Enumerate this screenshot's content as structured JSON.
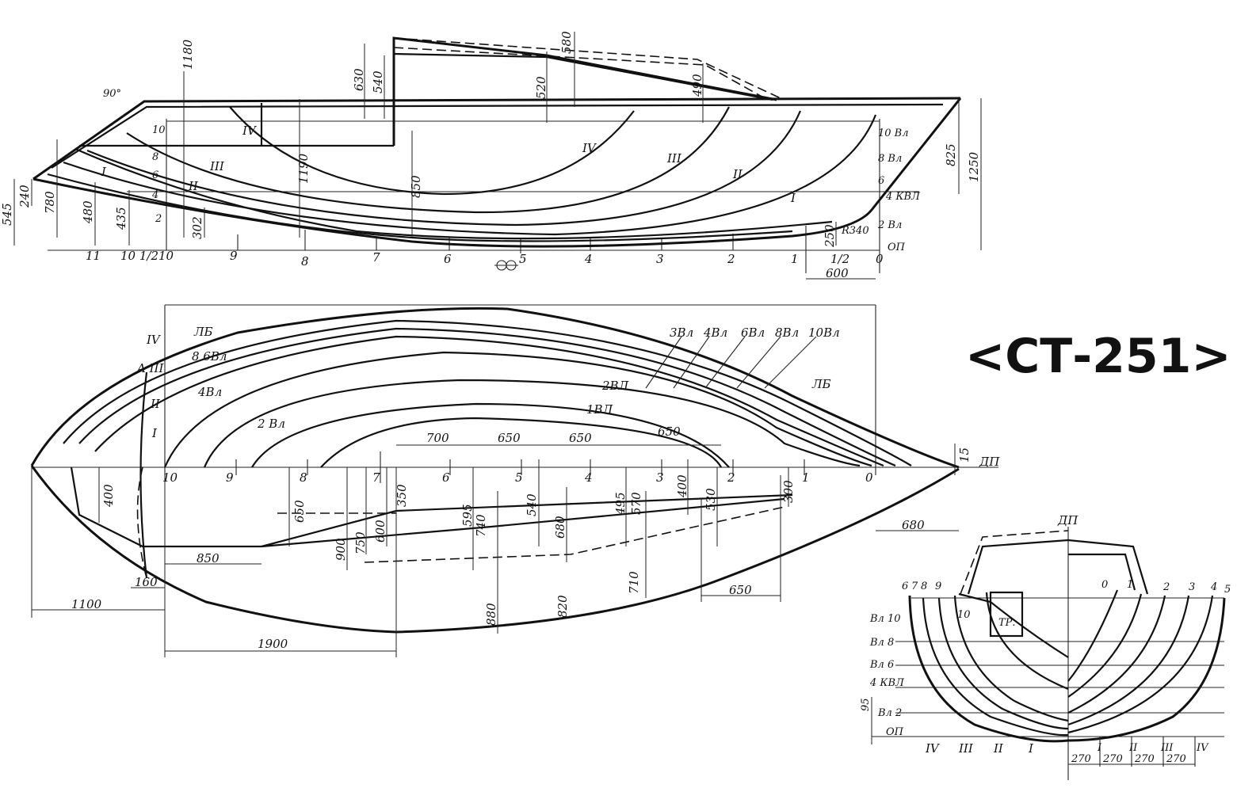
{
  "title": "<СТ-251>",
  "side_view": {
    "stations": [
      "11",
      "10 1/2",
      "10",
      "9",
      "8",
      "7",
      "6",
      "5",
      "4",
      "3",
      "2",
      "1",
      "1/2",
      "0"
    ],
    "waterlines_right": [
      "10 Вл",
      "8 Вл",
      "6",
      "4 КВЛ",
      "2 Вл",
      "ОП"
    ],
    "waterlines_left": [
      "10",
      "8",
      "6",
      "4",
      "2"
    ],
    "buttocks": [
      "IV",
      "IV",
      "III",
      "III",
      "II",
      "II",
      "I",
      "I"
    ],
    "dims": [
      "1180",
      "1190",
      "850",
      "630",
      "540",
      "520",
      "580",
      "490",
      "825",
      "1250",
      "600",
      "545",
      "240",
      "780",
      "480",
      "435",
      "302",
      "250",
      "R340"
    ],
    "angle": "90°"
  },
  "plan_view": {
    "stations": [
      "10",
      "9",
      "8",
      "7",
      "6",
      "5",
      "4",
      "3",
      "2",
      "1",
      "0"
    ],
    "lines": [
      "3Вл",
      "4Вл",
      "6Вл",
      "8Вл",
      "10Вл",
      "ЛБ",
      "ЛБ",
      "2ВЛ",
      "1ВЛ",
      "2 Вл",
      "4Вл",
      "8 6Вл"
    ],
    "buttocks": [
      "IV",
      "A III",
      "II",
      "I"
    ],
    "dims_top": [
      "700",
      "650",
      "650",
      "650"
    ],
    "dims": [
      "15",
      "ДП",
      "680",
      "400",
      "650",
      "350",
      "600",
      "750",
      "900",
      "595",
      "740",
      "540",
      "680",
      "495",
      "570",
      "400",
      "530",
      "300",
      "850",
      "160",
      "1100",
      "1900",
      "880",
      "820",
      "710",
      "650"
    ]
  },
  "body_plan": {
    "center_label": "ДП",
    "left_stations": [
      "6",
      "7",
      "8",
      "9",
      "10"
    ],
    "right_stations": [
      "0",
      "1",
      "2",
      "3",
      "4",
      "5"
    ],
    "waterlines": [
      "Вл 10",
      "Вл 8",
      "Вл 6",
      "4 КВЛ",
      "Вл 2",
      "ОП"
    ],
    "transom": "ТР.",
    "dim_95": "95",
    "buttocks_left": [
      "IV",
      "III",
      "II",
      "I"
    ],
    "buttocks_right": [
      "I",
      "II",
      "III",
      "IV"
    ],
    "spacing": [
      "270",
      "270",
      "270",
      "270"
    ]
  }
}
